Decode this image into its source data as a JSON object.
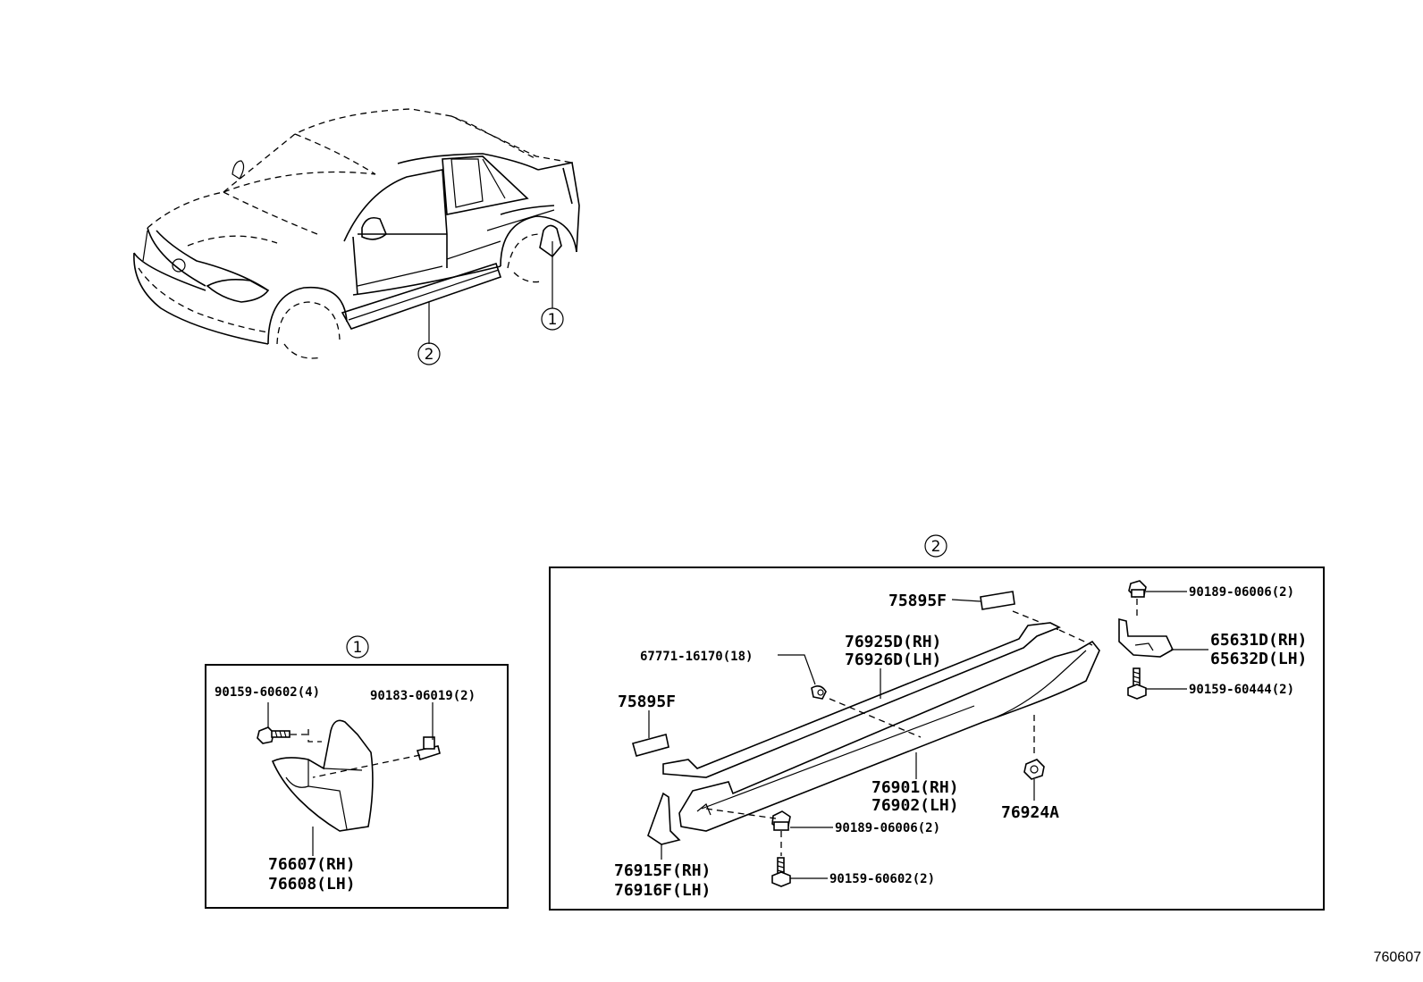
{
  "callouts": {
    "one": "1",
    "two": "2"
  },
  "group1": {
    "bolt_label": "90159-60602(4)",
    "clip_label": "90183-06019(2)",
    "mudguard_rh": "76607(RH)",
    "mudguard_lh": "76608(LH)"
  },
  "group2": {
    "spacer_top": "75895F",
    "spacer_left": "75895F",
    "clip_screw": "67771-16170(18)",
    "moulding_rh": "76925D(RH)",
    "moulding_lh": "76926D(LH)",
    "nut_top": "90189-06006(2)",
    "bracket_rh": "65631D(RH)",
    "bracket_lh": "65632D(LH)",
    "bolt_right": "90159-60444(2)",
    "skirt_rh": "76901(RH)",
    "skirt_lh": "76902(LH)",
    "nut_center": "76924A",
    "nut_bottom": "90189-06006(2)",
    "bolt_bottom": "90159-60602(2)",
    "end_rh": "76915F(RH)",
    "end_lh": "76916F(LH)"
  },
  "footer_code": "760607"
}
